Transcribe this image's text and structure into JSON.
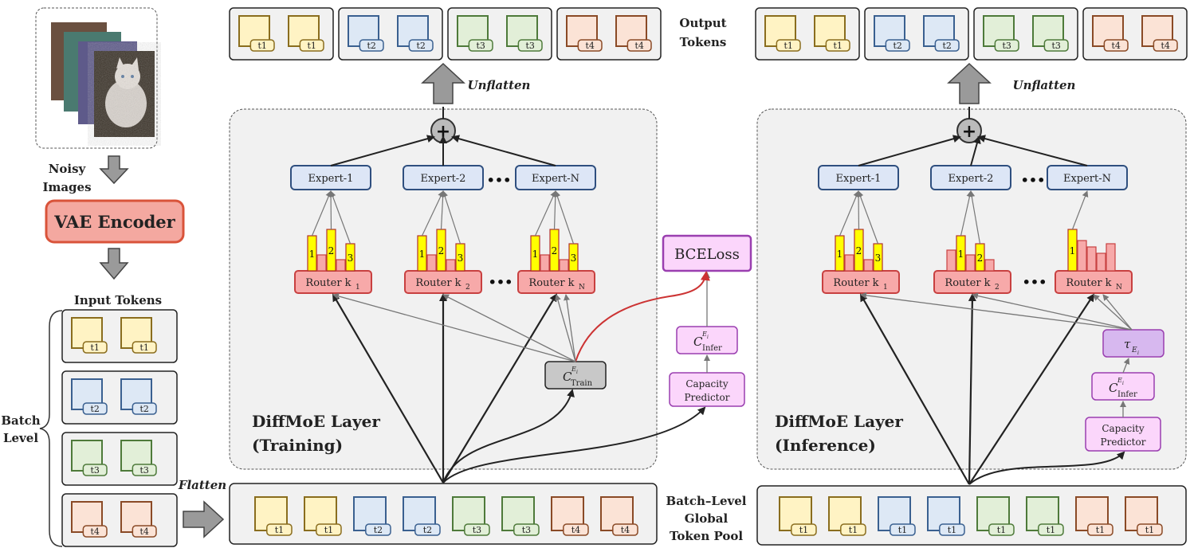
{
  "colors": {
    "yellow_border": "#8a6d1e",
    "yellow_fill": "#fff3c4",
    "blue_border": "#3a6090",
    "blue_fill": "#dde8f5",
    "green_border": "#4e7a3a",
    "green_fill": "#e2efd8",
    "orange_border": "#8a4a26",
    "orange_fill": "#fbe3d6",
    "router_fill": "#f7a9a9",
    "router_border": "#c84040",
    "expert_fill": "#dde6f6",
    "expert_border": "#2f4f7f",
    "purple_fill": "#fbd6fb",
    "purple_border": "#9a3fb0",
    "tau_fill": "#d7b8ef",
    "vae_fill": "#f4a8a0",
    "vae_border": "#d9533a",
    "bar_yellow": "#ffff00",
    "red_arrow": "#cc3333"
  },
  "left": {
    "image_caption_1": "Noisy",
    "image_caption_2": "Images",
    "vae_label": "VAE Encoder",
    "input_tokens_label": "Input Tokens",
    "batch_label_1": "Batch",
    "batch_label_2": "Level",
    "flatten_label": "Flatten",
    "token_groups": [
      {
        "labels": [
          "t1",
          "t1"
        ],
        "color": "yellow"
      },
      {
        "labels": [
          "t2",
          "t2"
        ],
        "color": "blue"
      },
      {
        "labels": [
          "t3",
          "t3"
        ],
        "color": "green"
      },
      {
        "labels": [
          "t4",
          "t4"
        ],
        "color": "orange"
      }
    ]
  },
  "training": {
    "output_groups": [
      {
        "labels": [
          "t1",
          "t1"
        ],
        "color": "yellow"
      },
      {
        "labels": [
          "t2",
          "t2"
        ],
        "color": "blue"
      },
      {
        "labels": [
          "t3",
          "t3"
        ],
        "color": "green"
      },
      {
        "labels": [
          "t4",
          "t4"
        ],
        "color": "orange"
      }
    ],
    "unflatten_label": "Unflatten",
    "sum_symbol": "+",
    "experts": [
      "Expert-1",
      "Expert-2",
      "Expert-N"
    ],
    "ellipsis": "•••",
    "routers": [
      {
        "name": "Router k",
        "sub": "1"
      },
      {
        "name": "Router k",
        "sub": "2"
      },
      {
        "name": "Router k",
        "sub": "N"
      }
    ],
    "router_bar_ranks": [
      [
        "1",
        "2",
        "3"
      ],
      [
        "1",
        "2",
        "3"
      ],
      [
        "1",
        "2",
        "3"
      ]
    ],
    "capacity_train_main": "C",
    "capacity_train_sup": "E",
    "capacity_train_supsub": "i",
    "capacity_train_sub": "Train",
    "layer_title_1": "DiffMoE Layer",
    "layer_title_2": "(Training)",
    "pool_tokens": [
      {
        "label": "t1",
        "color": "yellow"
      },
      {
        "label": "t1",
        "color": "yellow"
      },
      {
        "label": "t2",
        "color": "blue"
      },
      {
        "label": "t2",
        "color": "blue"
      },
      {
        "label": "t3",
        "color": "green"
      },
      {
        "label": "t3",
        "color": "green"
      },
      {
        "label": "t4",
        "color": "orange"
      },
      {
        "label": "t4",
        "color": "orange"
      }
    ]
  },
  "middle": {
    "output_tokens_1": "Output",
    "output_tokens_2": "Tokens",
    "bceloss": "BCELoss",
    "capacity_infer_main": "C",
    "capacity_infer_sup": "E",
    "capacity_infer_supsub": "i",
    "capacity_infer_sub": "Infer",
    "capacity_predictor_1": "Capacity",
    "capacity_predictor_2": "Predictor",
    "pool_label_1": "Batch–Level",
    "pool_label_2": "Global",
    "pool_label_3": "Token Pool"
  },
  "inference": {
    "output_groups": [
      {
        "labels": [
          "t1",
          "t1"
        ],
        "color": "yellow"
      },
      {
        "labels": [
          "t2",
          "t2"
        ],
        "color": "blue"
      },
      {
        "labels": [
          "t3",
          "t3"
        ],
        "color": "green"
      },
      {
        "labels": [
          "t4",
          "t4"
        ],
        "color": "orange"
      }
    ],
    "unflatten_label": "Unflatten",
    "sum_symbol": "+",
    "experts": [
      "Expert-1",
      "Expert-2",
      "Expert-N"
    ],
    "ellipsis": "•••",
    "routers": [
      {
        "name": "Router k",
        "sub": "1"
      },
      {
        "name": "Router k",
        "sub": "2"
      },
      {
        "name": "Router k",
        "sub": "N"
      }
    ],
    "router_bar_ranks": [
      [
        "1",
        "2",
        "3"
      ],
      [
        "1",
        "2"
      ],
      [
        "1"
      ]
    ],
    "tau_main": "τ",
    "tau_sub": "E",
    "tau_subsub": "i",
    "capacity_infer_main": "C",
    "capacity_infer_sup": "E",
    "capacity_infer_supsub": "i",
    "capacity_infer_sub": "Infer",
    "capacity_predictor_1": "Capacity",
    "capacity_predictor_2": "Predictor",
    "layer_title_1": "DiffMoE Layer",
    "layer_title_2": "(Inference)",
    "pool_tokens": [
      {
        "label": "t1",
        "color": "yellow"
      },
      {
        "label": "t1",
        "color": "yellow"
      },
      {
        "label": "t1",
        "color": "blue"
      },
      {
        "label": "t1",
        "color": "blue"
      },
      {
        "label": "t1",
        "color": "green"
      },
      {
        "label": "t1",
        "color": "green"
      },
      {
        "label": "t1",
        "color": "orange"
      },
      {
        "label": "t1",
        "color": "orange"
      }
    ]
  }
}
